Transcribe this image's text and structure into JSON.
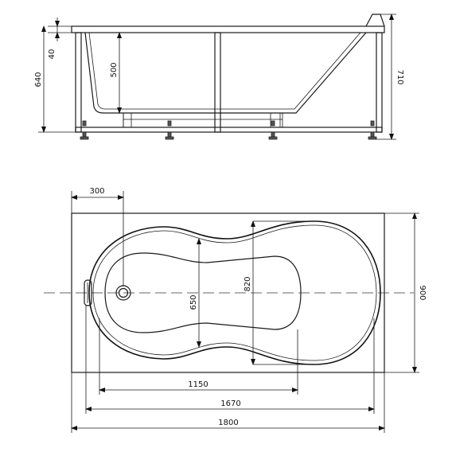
{
  "side_view": {
    "dims": {
      "rim_thickness": "40",
      "inner_depth": "500",
      "frame_height": "640",
      "total_height": "710"
    }
  },
  "top_view": {
    "dims": {
      "drain_offset": "300",
      "bowl_width_narrow": "650",
      "bowl_width_wide": "820",
      "overall_width": "900",
      "bowl_length": "1150",
      "inner_length": "1670",
      "overall_length": "1800"
    }
  }
}
